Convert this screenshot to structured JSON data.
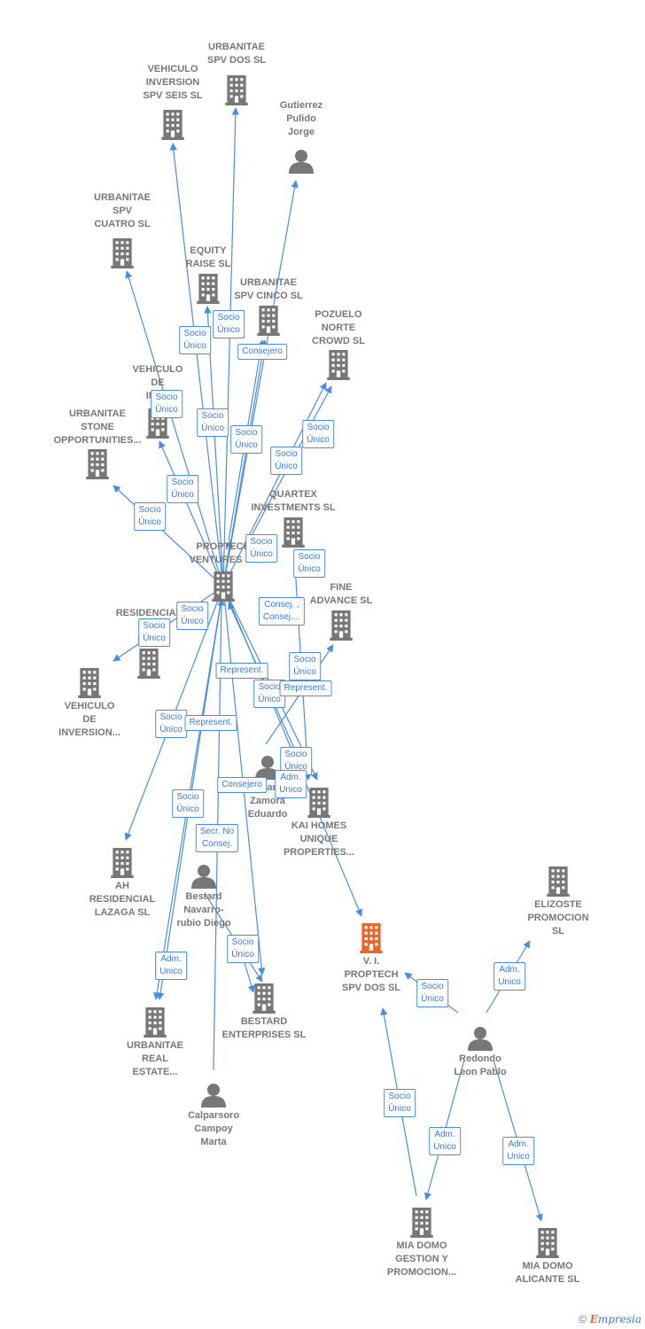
{
  "nodes": [
    {
      "id": "urbanitae_spv_dos",
      "label": "URBANITAE\nSPV DOS  SL",
      "type": "company"
    },
    {
      "id": "vehiculo_spv_seis",
      "label": "VEHICULO\nINVERSION\nSPV SEIS  SL",
      "type": "company"
    },
    {
      "id": "gutierrez",
      "label": "Gutierrez\nPulido\nJorge",
      "type": "person"
    },
    {
      "id": "urbanitae_spv_cuatro",
      "label": "URBANITAE\nSPV\nCUATRO  SL",
      "type": "company"
    },
    {
      "id": "equity_raise",
      "label": "EQUITY\nRAISE  SL",
      "type": "company"
    },
    {
      "id": "urbanitae_spv_cinco",
      "label": "URBANITAE\nSPV CINCO  SL",
      "type": "company"
    },
    {
      "id": "pozuelo",
      "label": "POZUELO\nNORTE\nCROWD  SL",
      "type": "company"
    },
    {
      "id": "vehiculo_de_inv",
      "label": "VEHICULO\nDE\nINV...",
      "type": "company"
    },
    {
      "id": "urbanitae_stone",
      "label": "URBANITAE\nSTONE\nOPPORTUNITIES...",
      "type": "company"
    },
    {
      "id": "quartex",
      "label": "QUARTEX\nINVESTMENTS SL",
      "type": "company"
    },
    {
      "id": "proptech_ventures",
      "label": "PROPTECH\nVENTURES SL",
      "type": "company"
    },
    {
      "id": "fine_advance",
      "label": "FINE\nADVANCE  SL",
      "type": "company"
    },
    {
      "id": "residencial_po",
      "label": "RESIDENCIAL\nPO...\nNO...",
      "type": "company"
    },
    {
      "id": "vehiculo_de_inversion",
      "label": "VEHICULO\nDE\nINVERSION...",
      "type": "company"
    },
    {
      "id": "navarro_zamora",
      "label": "Navarro\nZamora\nEduardo",
      "type": "person"
    },
    {
      "id": "kai_homes",
      "label": "KAI HOMES\nUNIQUE\nPROPERTIES...",
      "type": "company"
    },
    {
      "id": "ah_residencial",
      "label": "AH\nRESIDENCIAL\nLAZAGA  SL",
      "type": "company"
    },
    {
      "id": "bestard_diego",
      "label": "Bestard\nNavarro-\nrubio Diego",
      "type": "person"
    },
    {
      "id": "vi_proptech",
      "label": "V. I.\nPROPTECH\nSPV DOS  SL",
      "type": "company",
      "highlight": true
    },
    {
      "id": "elizoste",
      "label": "ELIZOSTE\nPROMOCION\nSL",
      "type": "company"
    },
    {
      "id": "bestard_ent",
      "label": "BESTARD\nENTERPRISES SL",
      "type": "company"
    },
    {
      "id": "urbanitae_real",
      "label": "URBANITAE\nREAL\nESTATE...",
      "type": "company"
    },
    {
      "id": "redondo",
      "label": "Redondo\nLeon Pablo",
      "type": "person"
    },
    {
      "id": "calparsoro",
      "label": "Calparsoro\nCampoy\nMarta",
      "type": "person"
    },
    {
      "id": "mia_domo_gestion",
      "label": "MIA DOMO\nGESTION Y\nPROMOCION...",
      "type": "company"
    },
    {
      "id": "mia_domo_alicante",
      "label": "MIA DOMO\nALICANTE  SL",
      "type": "company"
    }
  ],
  "edge_labels": [
    "Socio\nÚnico",
    "Socio\nÚnico",
    "Consejero",
    "Socio\nÚnico",
    "Socio\nÚnico",
    "Socio\nÚnico",
    "Socio\nÚnico",
    "Socio\nÚnico",
    "Socio\nÚnico",
    "Socio\nÚnico",
    "Socio\nÚnico",
    "Socio\nÚnico",
    "Socio\nÚnico",
    "Consej. ,\nConsej....",
    "Socio\nÚnico",
    "Socio\nÚnico",
    "Represent.",
    "Socio\nÚnico",
    "Socio\nÚnico",
    "Represent.",
    "Socio\nÚnico",
    "Represent.",
    "Socio\nÚnico",
    "Adm.\nUnico",
    "Consejero",
    "Socio\nÚnico",
    "Secr.  No\nConsej.",
    "Socio\nÚnico",
    "Adm.\nUnico",
    "Adm.\nUnico",
    "Adm.\nUnico",
    "Socio\nÚnico",
    "Adm.\nUnico",
    "Adm.\nUnico"
  ],
  "footer": {
    "copyright": "©",
    "brand_initial": "E",
    "brand_rest": "mpresia"
  },
  "colors": {
    "node": "#777777",
    "highlight": "#e8672a",
    "edge": "#4a8de0"
  }
}
